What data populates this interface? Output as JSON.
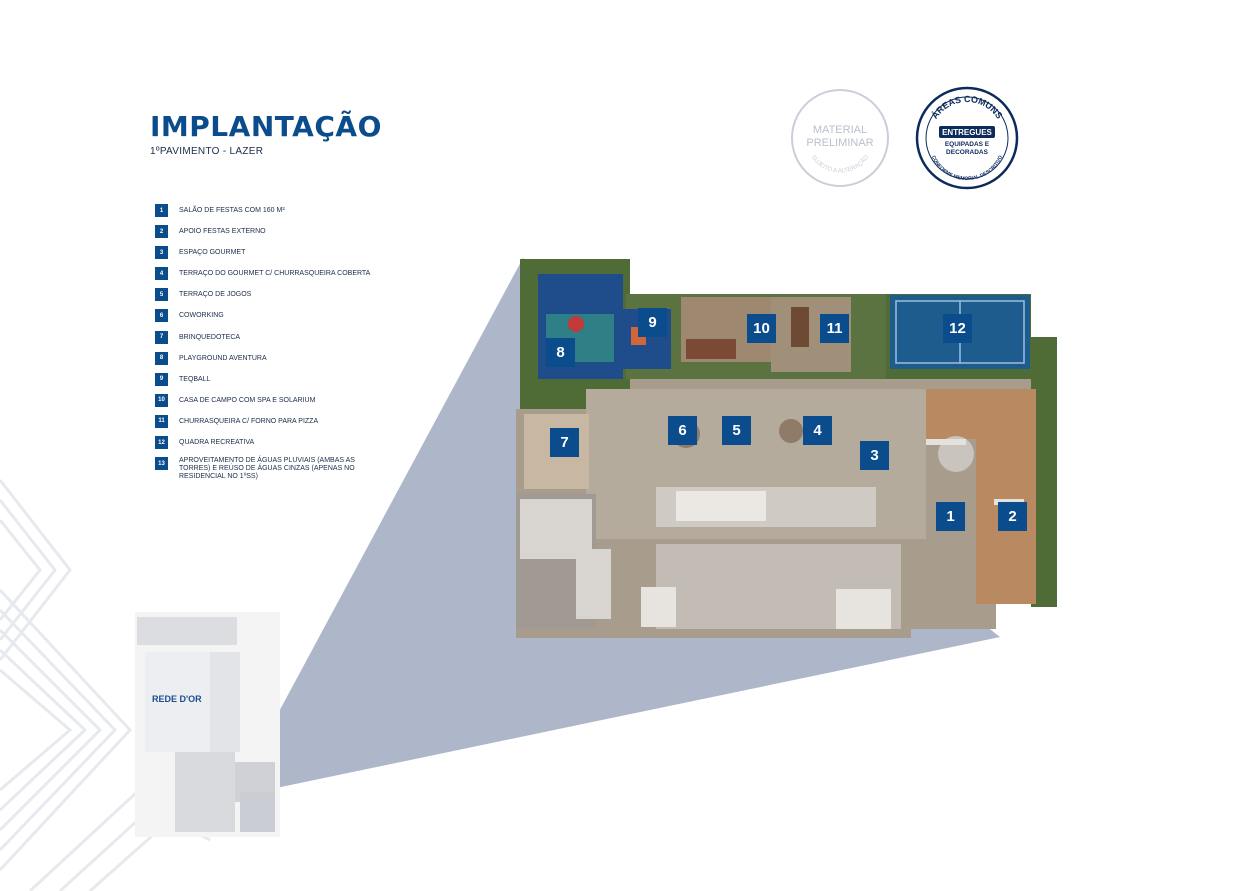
{
  "page": {
    "title": "IMPLANTAÇÃO",
    "subtitle": "1ºPAVIMENTO - LAZER"
  },
  "legend": [
    {
      "num": "1",
      "label": "SALÃO DE FESTAS COM 160 M²"
    },
    {
      "num": "2",
      "label": "APOIO FESTAS EXTERNO"
    },
    {
      "num": "3",
      "label": "ESPAÇO GOURMET"
    },
    {
      "num": "4",
      "label": "TERRAÇO DO GOURMET C/ CHURRASQUEIRA COBERTA"
    },
    {
      "num": "5",
      "label": "TERRAÇO DE JOGOS"
    },
    {
      "num": "6",
      "label": "COWORKING"
    },
    {
      "num": "7",
      "label": "BRINQUEDOTECA"
    },
    {
      "num": "8",
      "label": "PLAYGROUND AVENTURA"
    },
    {
      "num": "9",
      "label": "TEQBALL"
    },
    {
      "num": "10",
      "label": "CASA DE CAMPO COM SPA E SOLARIUM"
    },
    {
      "num": "11",
      "label": "CHURRASQUEIRA C/ FORNO PARA PIZZA"
    },
    {
      "num": "12",
      "label": "QUADRA RECREATIVA"
    },
    {
      "num": "13",
      "label": "APROVEITAMENTO DE ÁGUAS PLUVIAIS (AMBAS AS TORRES) E REÚSO DE ÁGUAS CINZAS (APENAS NO RESIDENCIAL NO 1ºSS)"
    }
  ],
  "seals": {
    "preliminary": {
      "line1": "MATERIAL",
      "line2": "PRELIMINAR",
      "arc": "SUJEITO A ALTERAÇÃO"
    },
    "areas": {
      "arc_top": "ÁREAS COMUNS",
      "line1": "ENTREGUES",
      "line2": "EQUIPADAS E",
      "line3": "DECORADAS",
      "arc_bottom": "CONFORME MEMORIAL DESCRITIVO"
    }
  },
  "plan_markers": [
    "1",
    "2",
    "3",
    "4",
    "5",
    "6",
    "7",
    "8",
    "9",
    "10",
    "11",
    "12"
  ],
  "thumbnail": {
    "label": "REDE D'OR"
  },
  "colors": {
    "brand": "#0b4c8c",
    "zoom": "#a9b3c6",
    "wood": "#b98a62",
    "floor": "#a89c8d",
    "court": "#1d5c8c",
    "green": "#4f6b36"
  }
}
